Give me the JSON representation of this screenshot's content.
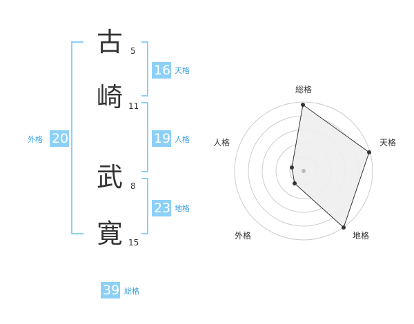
{
  "name": {
    "chars": [
      {
        "char": "古",
        "strokes": "5"
      },
      {
        "char": "崎",
        "strokes": "11"
      },
      {
        "char": "武",
        "strokes": "8"
      },
      {
        "char": "寛",
        "strokes": "15"
      }
    ]
  },
  "fortunes": {
    "gaikaku": {
      "value": "20",
      "label": "外格"
    },
    "tenkaku": {
      "value": "16",
      "label": "天格"
    },
    "jinkaku": {
      "value": "19",
      "label": "人格"
    },
    "chikaku": {
      "value": "23",
      "label": "地格"
    },
    "soukaku": {
      "value": "39",
      "label": "総格"
    }
  },
  "radar": {
    "labels": {
      "top": "総格",
      "right": "天格",
      "left": "人格",
      "bottom_left": "外格",
      "bottom_right": "地格"
    },
    "colors": {
      "ring": "#cccccc",
      "fill": "#eeeeee",
      "stroke": "#333333",
      "center": "#bbbbbb"
    }
  }
}
